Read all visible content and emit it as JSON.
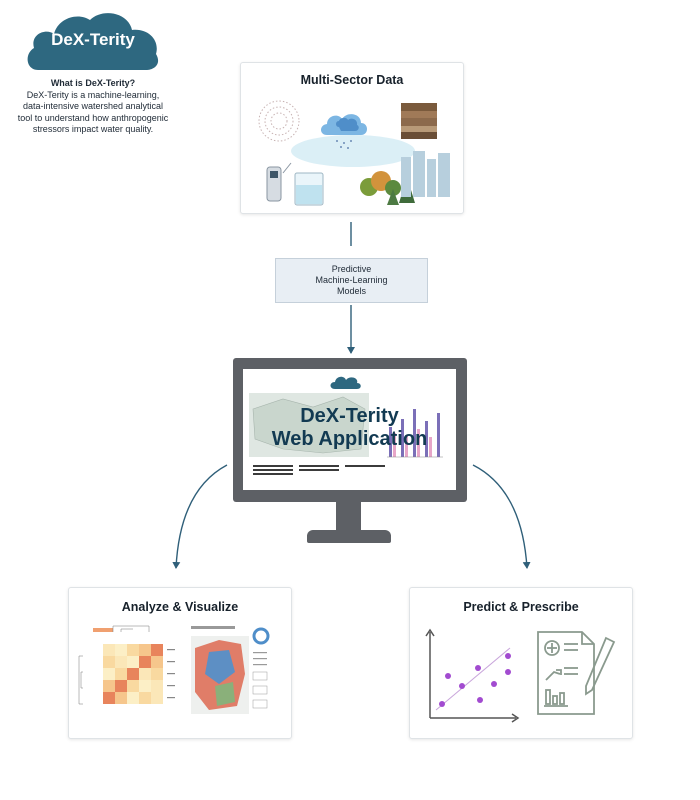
{
  "logo": {
    "name": "DeX-Terity"
  },
  "about": {
    "title": "What is DeX-Terity?",
    "line1": "DeX-Terity is a machine-learning,",
    "line2": "data-intensive watershed analytical",
    "line3": "tool to understand how anthropogenic",
    "line4": "stressors impact water quality."
  },
  "data_panel": {
    "title": "Multi-Sector Data"
  },
  "model": {
    "line1": "Predictive",
    "line2": "Machine-Learning",
    "line3": "Models"
  },
  "app": {
    "line1": "DeX-Terity",
    "line2": "Web Application"
  },
  "analyze_panel": {
    "title": "Analyze & Visualize"
  },
  "predict_panel": {
    "title": "Predict & Prescribe"
  },
  "colors": {
    "cloud": "#2e6880",
    "arrow": "#2f5f79",
    "monitor": "#5d6065",
    "heat_high": "#e8845c",
    "heat_low": "#fbe7b8",
    "scatter_point": "#a24bd0",
    "bar_purple": "#7b6fb8"
  }
}
